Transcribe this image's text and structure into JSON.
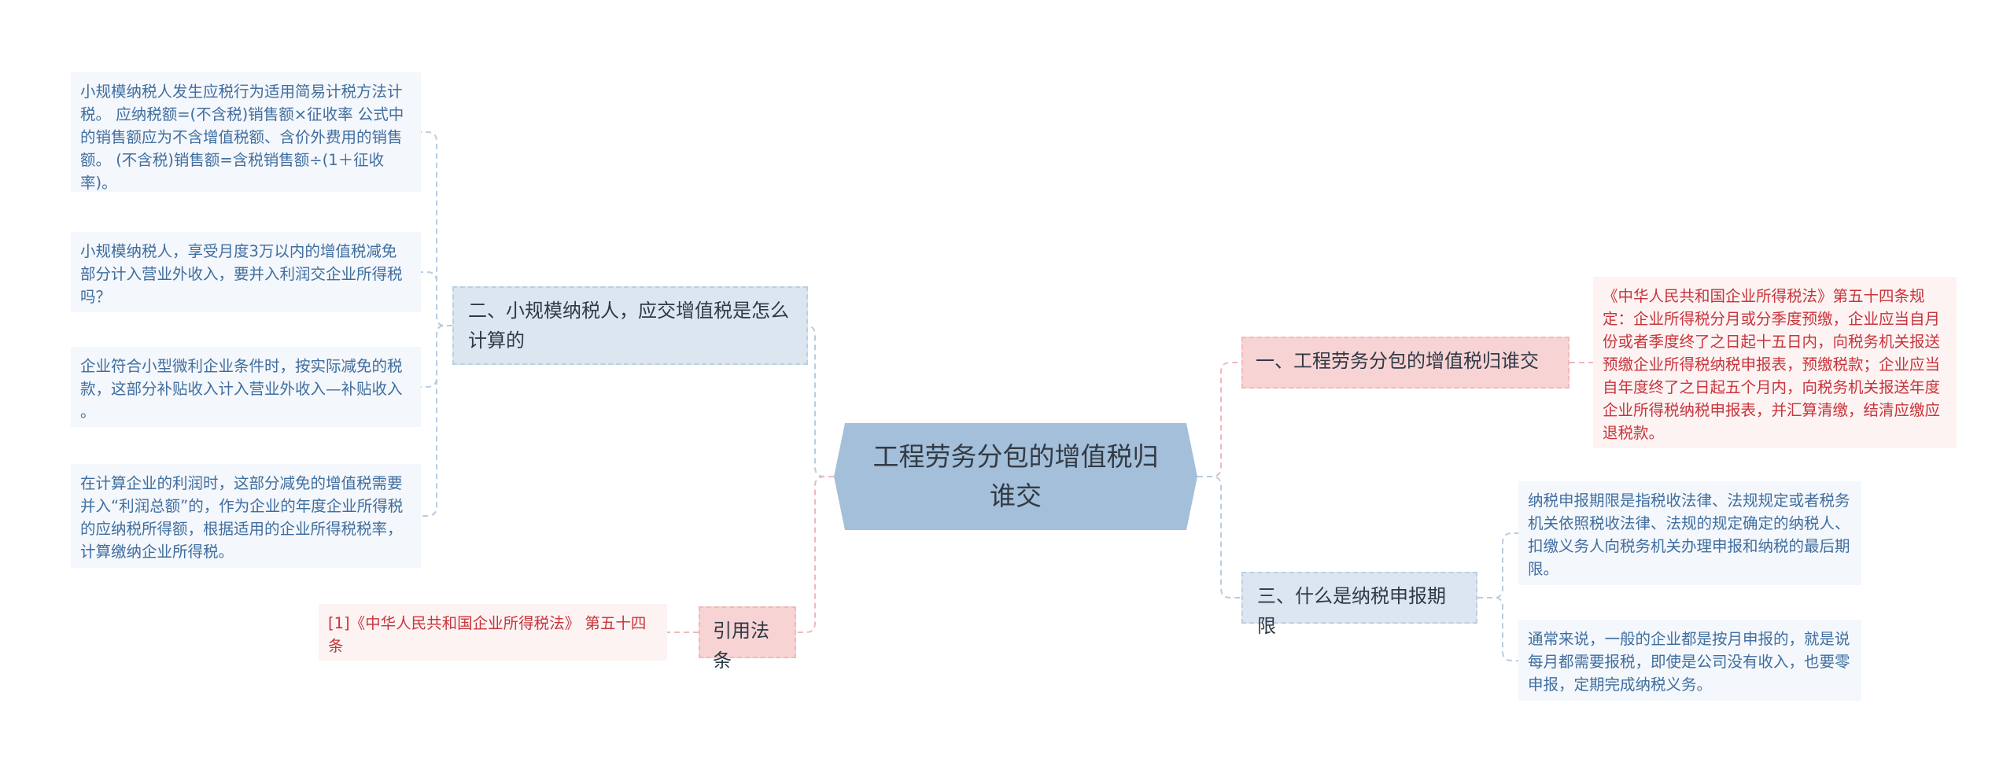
{
  "root": {
    "title": "工程劳务分包的增值税归谁交"
  },
  "branches": {
    "b1": {
      "label": "一、工程劳务分包的增值税归谁交",
      "leaves": [
        "《中华人民共和国企业所得税法》第五十四条规定：企业所得税分月或分季度预缴，企业应当自月份或者季度终了之日起十五日内，向税务机关报送预缴企业所得税纳税申报表，预缴税款；企业应当自年度终了之日起五个月内，向税务机关报送年度企业所得税纳税申报表，并汇算清缴，结清应缴应退税款。"
      ]
    },
    "b2": {
      "label": "二、小规模纳税人，应交增值税是怎么计算的",
      "leaves": [
        "小规模纳税人发生应税行为适用简易计税方法计税。 应纳税额=(不含税)销售额×征收率 公式中的销售额应为不含增值税额、含价外费用的销售额。 (不含税)销售额=含税销售额÷(1＋征收率)。",
        "小规模纳税人，享受月度3万以内的增值税减免部分计入营业外收入，要并入利润交企业所得税吗？",
        "企业符合小型微利企业条件时，按实际减免的税款，这部分补贴收入计入营业外收入—补贴收入 。",
        "在计算企业的利润时，这部分减免的增值税需要并入“利润总额”的，作为企业的年度企业所得税的应纳税所得额，根据适用的企业所得税税率，计算缴纳企业所得税。"
      ]
    },
    "b3": {
      "label": "三、什么是纳税申报期限",
      "leaves": [
        "纳税申报期限是指税收法律、法规规定或者税务机关依照税收法律、法规的规定确定的纳税人、扣缴义务人向税务机关办理申报和纳税的最后期限。",
        "通常来说，一般的企业都是按月申报的，就是说每月都需要报税，即使是公司没有收入，也要零申报，定期完成纳税义务。"
      ]
    },
    "b4": {
      "label": "引用法条",
      "leaves": [
        "[1]《中华人民共和国企业所得税法》 第五十四条"
      ]
    }
  },
  "colors": {
    "root_fill": "#a3bfd9",
    "blue_branch_fill": "#dbe6f1",
    "pink_branch_fill": "#f8d3d4",
    "blue_leaf_fill": "#f4f7fb",
    "pink_leaf_fill": "#fdf3f3",
    "blue_text": "#3f6ea0",
    "red_text": "#c7353c",
    "blue_link": "#b9cde0",
    "pink_link": "#f0b8ba"
  }
}
